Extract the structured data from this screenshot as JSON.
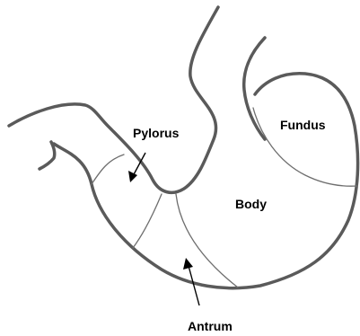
{
  "diagram": {
    "labels": {
      "pylorus": "Pylorus",
      "fundus": "Fundus",
      "body": "Body",
      "antrum": "Antrum"
    },
    "colors": {
      "outline": "#5a5a5a",
      "region_line": "#6e6e6e",
      "arrow": "#000000",
      "text": "#000000",
      "background": "#ffffff"
    }
  }
}
